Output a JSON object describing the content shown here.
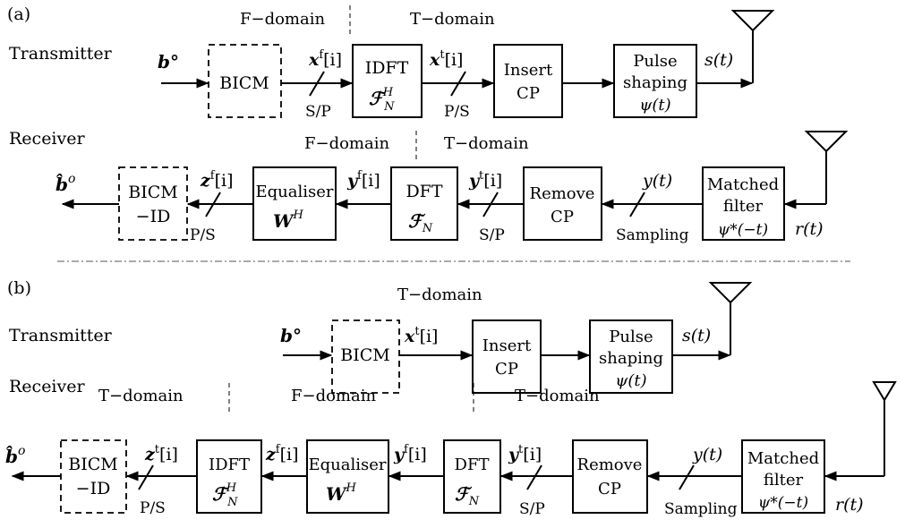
{
  "panel_a": {
    "label": "(a)",
    "transmitter_label": "Transmitter",
    "receiver_label": "Receiver",
    "tx_fdomain": "F−domain",
    "tx_tdomain": "T−domain",
    "rx_fdomain": "F−domain",
    "rx_tdomain": "T−domain",
    "tx_input": "b°",
    "bicm": "BICM",
    "sp": "S/P",
    "xf": "x",
    "xf_sup": "f",
    "idx": "[i]",
    "idft_l1": "IDFT",
    "idft_math": "ℱ",
    "idft_sup": "H",
    "idft_sub": "N",
    "xt": "x",
    "xt_sup": "t",
    "ps": "P/S",
    "insert_l1": "Insert",
    "insert_l2": "CP",
    "pulse_l1": "Pulse",
    "pulse_l2": "shaping",
    "pulse_l3": "ψ(t)",
    "st": "s(t)",
    "rt": "r(t)",
    "mf_l1": "Matched",
    "mf_l2": "filter",
    "mf_l3": "ψ*(−t)",
    "sampling": "Sampling",
    "yt_signal": "y(t)",
    "remove_l1": "Remove",
    "remove_l2": "CP",
    "yt": "y",
    "yt_sup": "t",
    "rx_sp": "S/P",
    "dft_l1": "DFT",
    "dft_math": "ℱ",
    "dft_sub": "N",
    "yf": "y",
    "yf_sup": "f",
    "eq_l1": "Equaliser",
    "eq_math": "W",
    "eq_sup": "H",
    "zf": "z",
    "zf_sup": "f",
    "rx_ps": "P/S",
    "bicmid_l1": "BICM",
    "bicmid_l2": "−ID",
    "rx_output": "b̂",
    "rx_output_sup": "o"
  },
  "panel_b": {
    "label": "(b)",
    "transmitter_label": "Transmitter",
    "receiver_label": "Receiver",
    "tx_tdomain": "T−domain",
    "rx_tdomain_left": "T−domain",
    "rx_fdomain": "F−domain",
    "rx_tdomain_right": "T−domain",
    "tx_input": "b°",
    "bicm": "BICM",
    "xt": "x",
    "xt_sup": "t",
    "idx": "[i]",
    "insert_l1": "Insert",
    "insert_l2": "CP",
    "pulse_l1": "Pulse",
    "pulse_l2": "shaping",
    "pulse_l3": "ψ(t)",
    "st": "s(t)",
    "rt": "r(t)",
    "mf_l1": "Matched",
    "mf_l2": "filter",
    "mf_l3": "ψ*(−t)",
    "sampling": "Sampling",
    "yt_signal": "y(t)",
    "remove_l1": "Remove",
    "remove_l2": "CP",
    "yt": "y",
    "yt_sup": "t",
    "rx_sp": "S/P",
    "dft_l1": "DFT",
    "dft_math": "ℱ",
    "dft_sub": "N",
    "yf": "y",
    "yf_sup": "f",
    "eq_l1": "Equaliser",
    "eq_math": "W",
    "eq_sup": "H",
    "zf": "z",
    "zf_sup": "f",
    "idft_l1": "IDFT",
    "idft_math": "ℱ",
    "idft_sup": "H",
    "idft_sub": "N",
    "zt": "z",
    "zt_sup": "t",
    "rx_ps": "P/S",
    "bicmid_l1": "BICM",
    "bicmid_l2": "−ID",
    "rx_output": "b̂",
    "rx_output_sup": "o"
  }
}
